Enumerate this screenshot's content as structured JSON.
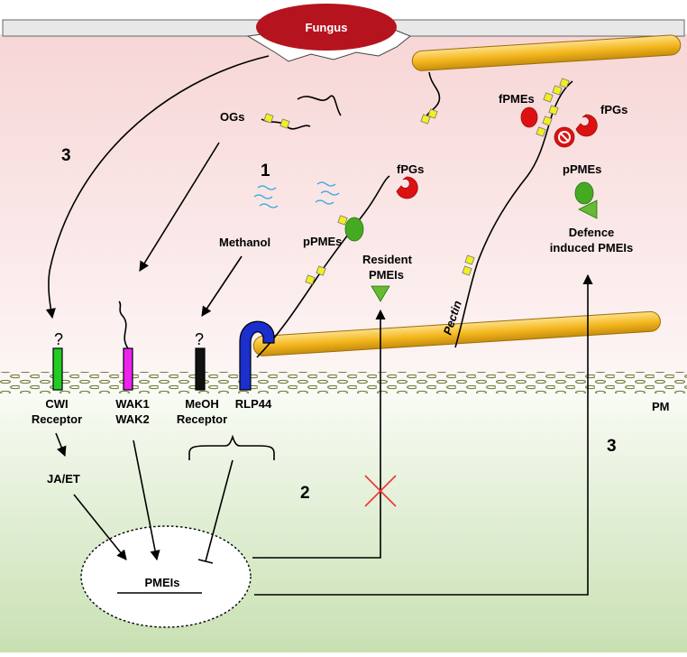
{
  "labels": {
    "fungus": "Fungus",
    "ogs": "OGs",
    "methanol": "Methanol",
    "fpgs_left": "fPGs",
    "ppmes_left": "pPMEs",
    "resident_pmeis_line1": "Resident",
    "resident_pmeis_line2": "PMEIs",
    "fpmes": "fPMEs",
    "fpgs_right": "fPGs",
    "ppmes_right": "pPMEs",
    "defence_line1": "Defence",
    "defence_line2": "induced PMEIs",
    "pectin": "Pectin",
    "pm": "PM",
    "cwi_line1": "CWI",
    "cwi_line2": "Receptor",
    "wak_line1": "WAK1",
    "wak_line2": "WAK2",
    "meoh_line1": "MeOH",
    "meoh_line2": "Receptor",
    "rlp44": "RLP44",
    "ja_et": "JA/ET",
    "pmeis_cell": "PMEIs",
    "q1": "?",
    "q2": "?",
    "num_1": "1",
    "num_2": "2",
    "num_3_left": "3",
    "num_3_right": "3"
  },
  "colors": {
    "fungus": "#b5141f",
    "cellulose": "#f5b921",
    "cwi_receptor": "#22cc22",
    "wak_receptor": "#ee22ee",
    "meoh_receptor": "#111111",
    "rlp44": "#1a2fcc",
    "enzyme_red": "#dd1111",
    "ppme_green": "#44aa22",
    "pmei_green": "#66bb33",
    "methanol_blue": "#33aadd",
    "pectin_square": "#f2ee22",
    "membrane": "#6b7a3a",
    "inhibition_cross": "#ee3333"
  }
}
